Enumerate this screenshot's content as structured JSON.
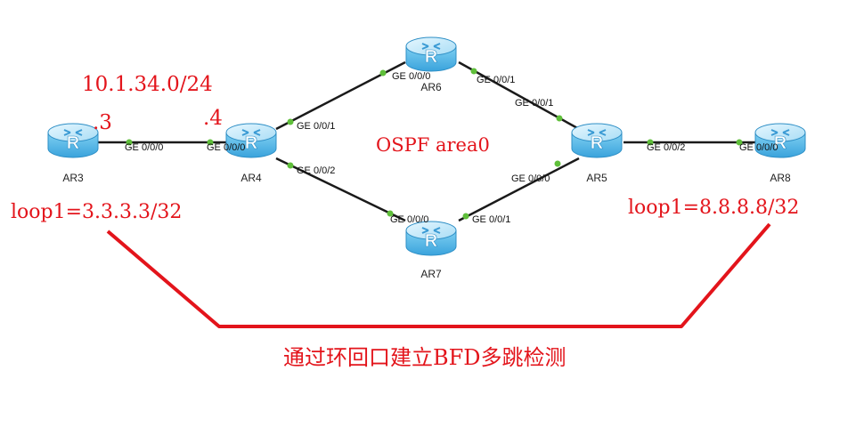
{
  "routers": {
    "ar3": "AR3",
    "ar4": "AR4",
    "ar5": "AR5",
    "ar6": "AR6",
    "ar7": "AR7",
    "ar8": "AR8",
    "glyph": "R",
    "icon": "router-icon"
  },
  "ports": {
    "ar3_ge000": "GE 0/0/0",
    "ar4_ge000": "GE 0/0/0",
    "ar4_ge001": "GE 0/0/1",
    "ar4_ge002": "GE 0/0/2",
    "ar6_ge000": "GE 0/0/0",
    "ar6_ge001": "GE 0/0/1",
    "ar5_ge001": "GE 0/0/1",
    "ar5_ge000": "GE 0/0/0",
    "ar5_ge002": "GE 0/0/2",
    "ar7_ge000": "GE 0/0/0",
    "ar7_ge001": "GE 0/0/1",
    "ar8_ge000": "GE 0/0/0"
  },
  "annotations": {
    "subnet": "10.1.34.0/24",
    "ar3_host": ".3",
    "ar4_host": ".4",
    "area": "OSPF area0",
    "loop_ar3": "loop1=3.3.3.3/32",
    "loop_ar8": "loop1=8.8.8.8/32",
    "bfd_caption": "通过环回口建立BFD多跳检测"
  },
  "colors": {
    "link": "#1a1a1a",
    "port_dot": "#5fbf3a",
    "annotation": "#e3141b",
    "router_top": "#c9ecfb",
    "router_body": "#5bbde9",
    "router_side": "#2e8fc6"
  }
}
